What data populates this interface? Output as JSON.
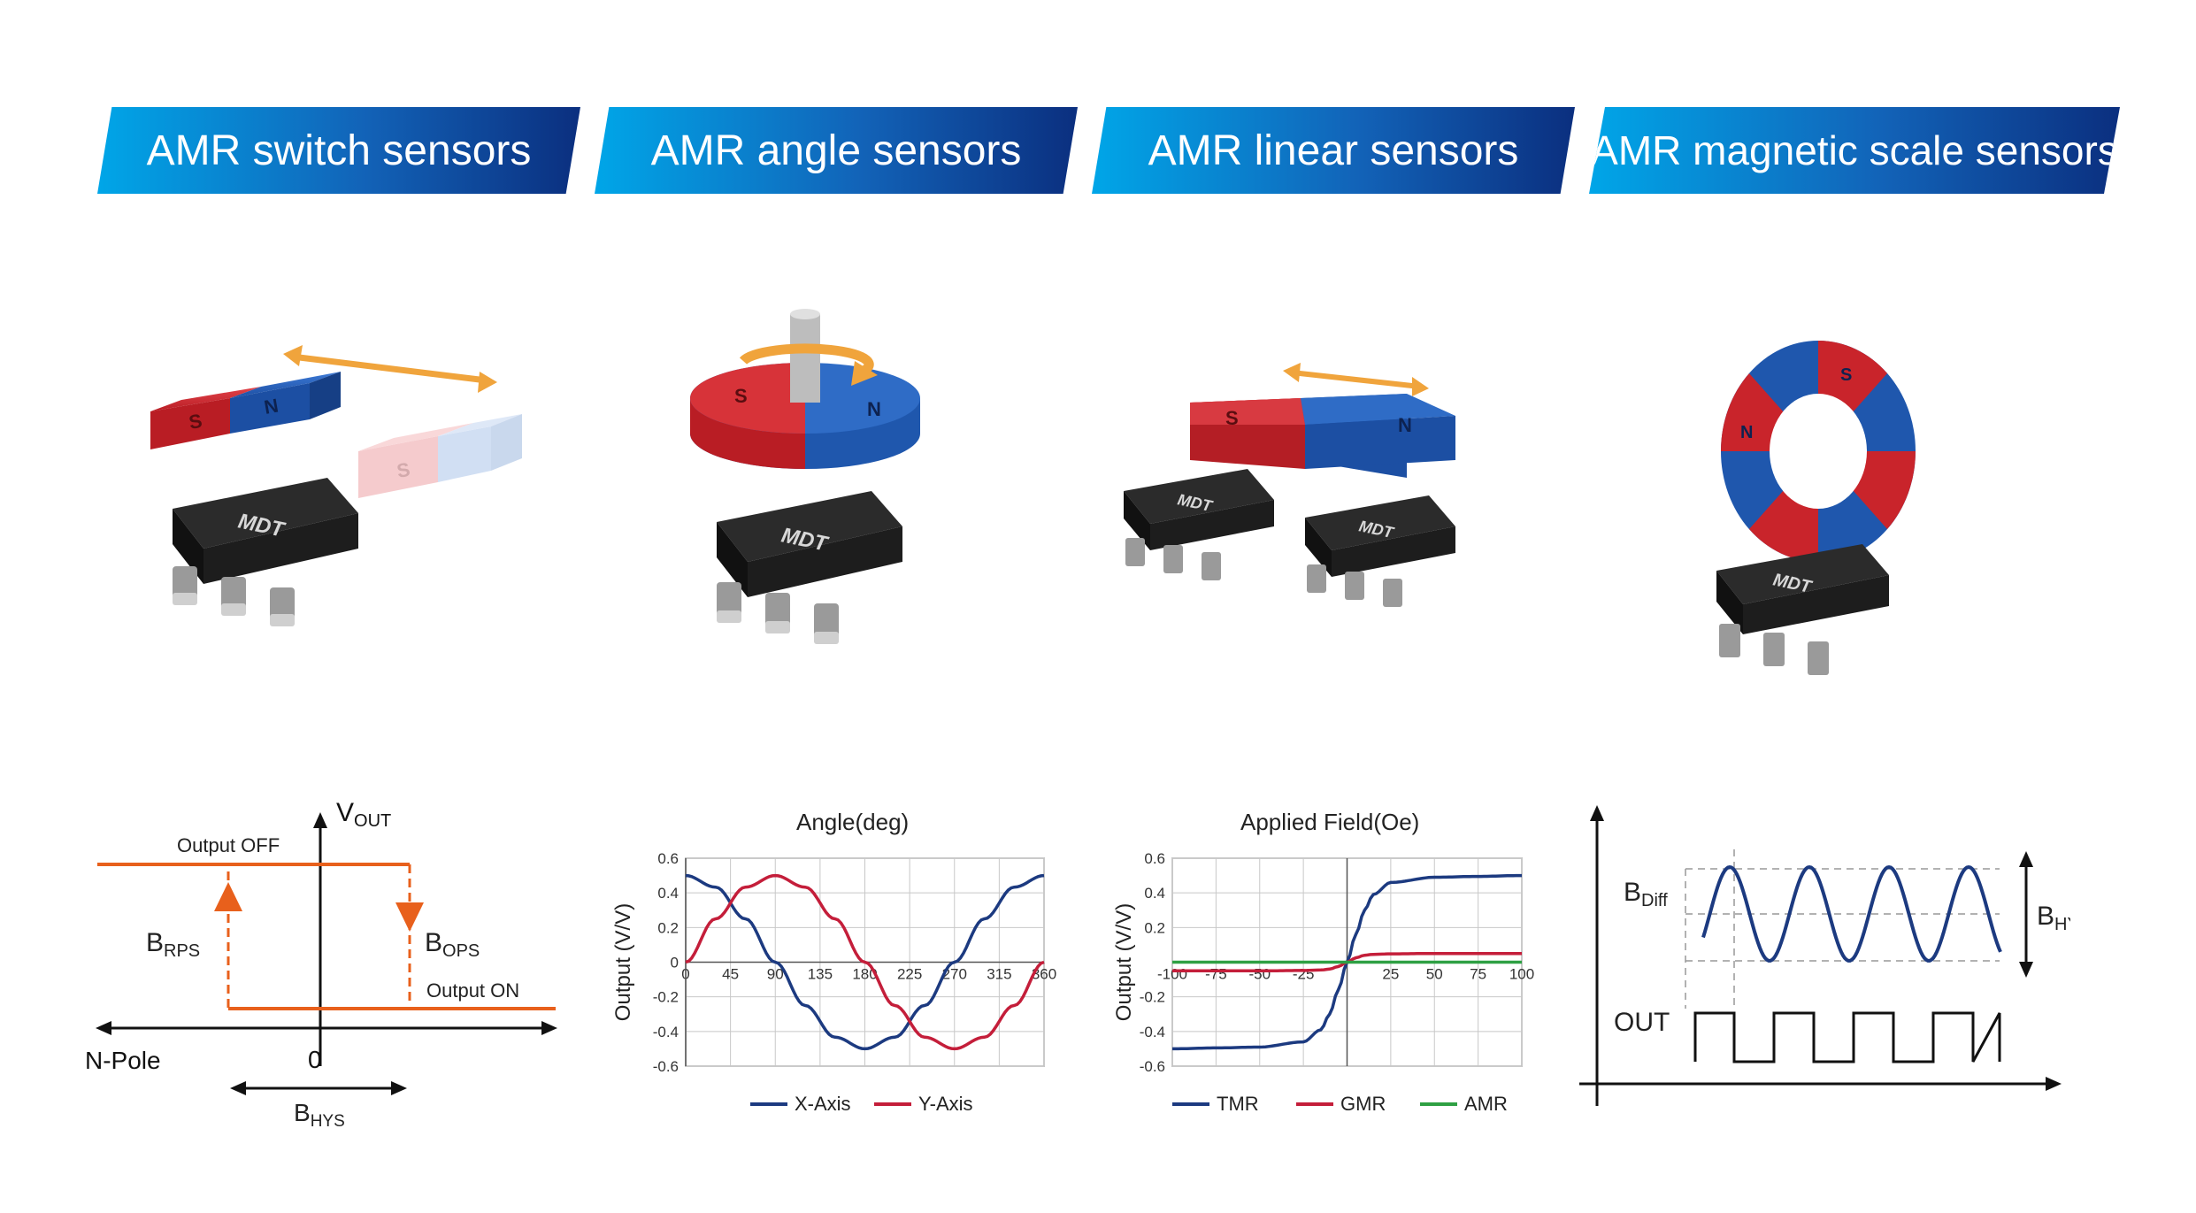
{
  "colors": {
    "banner_start": "#00a6e8",
    "banner_end": "#0b2f7f",
    "magnet_red": "#c9242b",
    "magnet_blue": "#1f57ad",
    "arrow_orange": "#f0a43c",
    "switch_orange": "#e8601c",
    "series_blue": "#1c3a80",
    "series_red": "#c41e3a",
    "series_green": "#2ea043",
    "chip_black": "#1d1d1d"
  },
  "banners": [
    {
      "label": "AMR switch sensors"
    },
    {
      "label": "AMR angle sensors"
    },
    {
      "label": "AMR linear sensors"
    },
    {
      "label": "AMR magnetic scale sensors"
    }
  ],
  "illustrations": {
    "pole_s": "S",
    "pole_n": "N",
    "chip_logo": "MDT"
  },
  "switch_diagram": {
    "y_label_main": "V",
    "y_label_sub": "OUT",
    "output_off": "Output OFF",
    "output_on": "Output ON",
    "brps_main": "B",
    "brps_sub": "RPS",
    "bops_main": "B",
    "bops_sub": "OPS",
    "origin": "0",
    "npole": "N-Pole",
    "bhys_main": "B",
    "bhys_sub": "HYS"
  },
  "chart_data": [
    {
      "type": "line",
      "title": "Angle(deg)",
      "ylabel": "Output  (V/V)",
      "xlim": [
        0,
        360
      ],
      "ylim": [
        -0.6,
        0.6
      ],
      "x_ticks": [
        "0",
        "45",
        "90",
        "135",
        "180",
        "225",
        "270",
        "315",
        "360"
      ],
      "y_ticks": [
        "0.6",
        "0.4",
        "0.2",
        "0",
        "-0.2",
        "-0.4",
        "-0.6"
      ],
      "grid": true,
      "legend": "bottom",
      "x": [
        0,
        30,
        60,
        90,
        120,
        150,
        180,
        210,
        240,
        270,
        300,
        330,
        360
      ],
      "series": [
        {
          "name": "X-Axis",
          "color": "#1c3a80",
          "values": [
            0.5,
            0.433,
            0.25,
            0.0,
            -0.25,
            -0.433,
            -0.5,
            -0.433,
            -0.25,
            0.0,
            0.25,
            0.433,
            0.5
          ]
        },
        {
          "name": "Y-Axis",
          "color": "#c41e3a",
          "values": [
            0.0,
            0.25,
            0.433,
            0.5,
            0.433,
            0.25,
            0.0,
            -0.25,
            -0.433,
            -0.5,
            -0.433,
            -0.25,
            0.0
          ]
        }
      ]
    },
    {
      "type": "line",
      "title": "Applied Field(Oe)",
      "ylabel": "Output  (V/V)",
      "xlim": [
        -100,
        100
      ],
      "ylim": [
        -0.6,
        0.6
      ],
      "x_ticks": [
        "-100",
        "-75",
        "-50",
        "-25",
        "",
        "25",
        "50",
        "75",
        "100"
      ],
      "y_ticks": [
        "0.6",
        "0.4",
        "0.2",
        "",
        "-0.2",
        "-0.4",
        "-0.6"
      ],
      "grid": true,
      "legend": "bottom",
      "x": [
        -100,
        -75,
        -50,
        -25,
        -15,
        -10,
        -5,
        0,
        5,
        10,
        15,
        25,
        50,
        75,
        100
      ],
      "series": [
        {
          "name": "TMR",
          "color": "#1c3a80",
          "values": [
            -0.5,
            -0.495,
            -0.49,
            -0.46,
            -0.39,
            -0.3,
            -0.16,
            0.0,
            0.16,
            0.3,
            0.39,
            0.46,
            0.49,
            0.495,
            0.5
          ]
        },
        {
          "name": "GMR",
          "color": "#c41e3a",
          "values": [
            -0.05,
            -0.05,
            -0.05,
            -0.048,
            -0.045,
            -0.04,
            -0.025,
            0.0,
            0.025,
            0.04,
            0.045,
            0.048,
            0.05,
            0.05,
            0.05
          ]
        },
        {
          "name": "AMR",
          "color": "#2ea043",
          "values": [
            0.0,
            0.0,
            0.0,
            0.0,
            0.0,
            0.0,
            0.0,
            0.0,
            0.0,
            0.0,
            0.0,
            0.0,
            0.0,
            0.0,
            0.0
          ]
        }
      ]
    }
  ],
  "scale_diagram": {
    "bdiff_main": "B",
    "bdiff_sub": "Diff",
    "bhys_main": "B",
    "bhys_sub": "HYS",
    "out_label": "OUT"
  }
}
